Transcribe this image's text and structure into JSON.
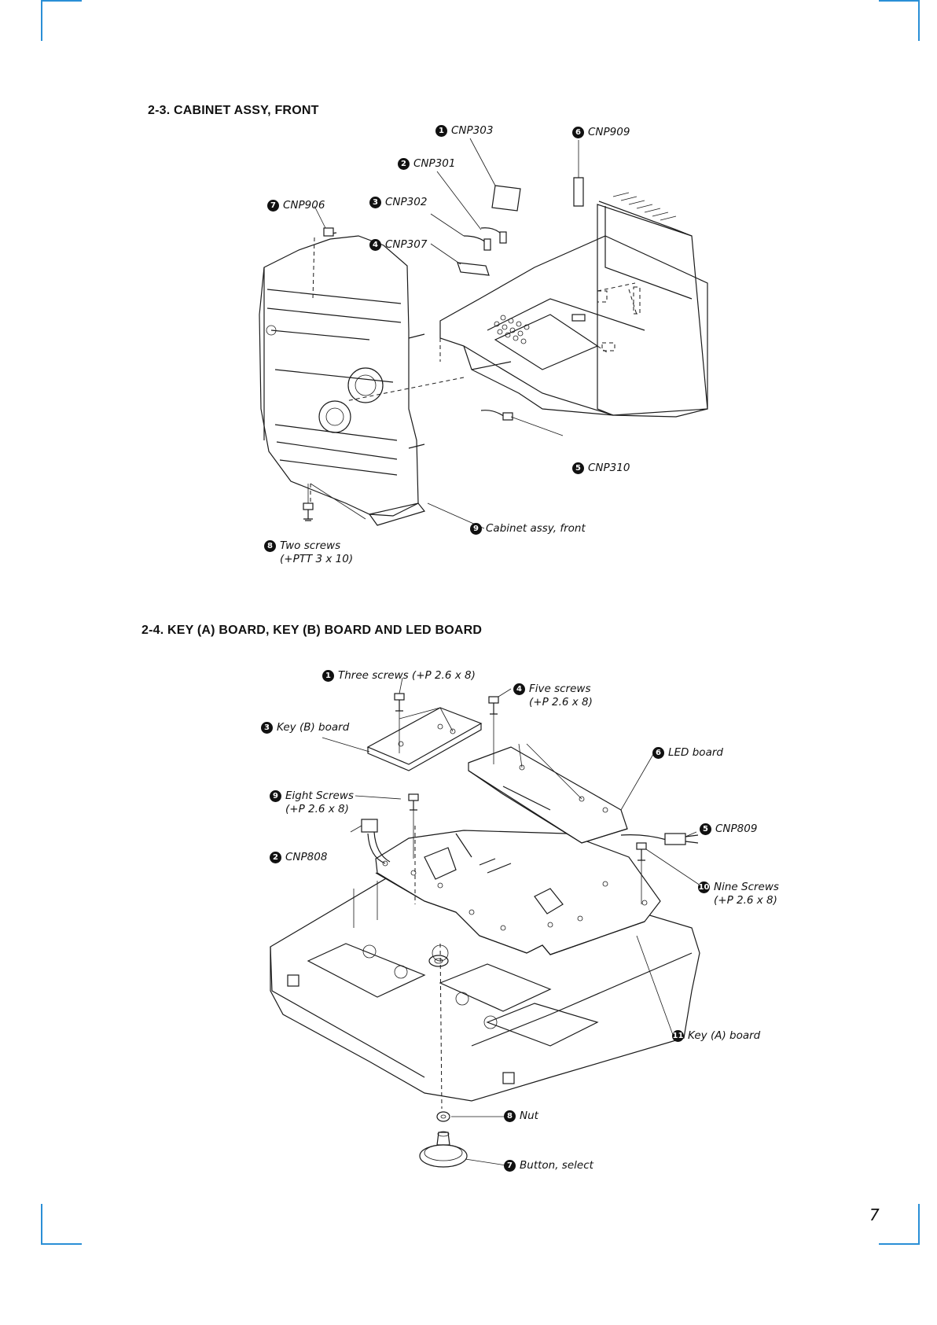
{
  "sections": [
    {
      "title": "2-3. CABINET ASSY, FRONT",
      "callouts": [
        {
          "num": "1",
          "text": "CNP303",
          "sub": ""
        },
        {
          "num": "2",
          "text": "CNP301",
          "sub": ""
        },
        {
          "num": "3",
          "text": "CNP302",
          "sub": ""
        },
        {
          "num": "4",
          "text": "CNP307",
          "sub": ""
        },
        {
          "num": "5",
          "text": "CNP310",
          "sub": ""
        },
        {
          "num": "6",
          "text": "CNP909",
          "sub": ""
        },
        {
          "num": "7",
          "text": "CNP906",
          "sub": ""
        },
        {
          "num": "8",
          "text": "Two screws",
          "sub": "(+PTT 3 x 10)"
        },
        {
          "num": "9",
          "text": "Cabinet assy, front",
          "sub": ""
        }
      ]
    },
    {
      "title": "2-4. KEY (A) BOARD, KEY (B) BOARD AND LED BOARD",
      "callouts": [
        {
          "num": "1",
          "text": "Three screws (+P 2.6 x 8)",
          "sub": ""
        },
        {
          "num": "2",
          "text": "CNP808",
          "sub": ""
        },
        {
          "num": "3",
          "text": "Key (B) board",
          "sub": ""
        },
        {
          "num": "4",
          "text": "Five screws",
          "sub": "(+P 2.6 x 8)"
        },
        {
          "num": "5",
          "text": "CNP809",
          "sub": ""
        },
        {
          "num": "6",
          "text": "LED board",
          "sub": ""
        },
        {
          "num": "7",
          "text": "Button, select",
          "sub": ""
        },
        {
          "num": "8",
          "text": "Nut",
          "sub": ""
        },
        {
          "num": "9",
          "text": "Eight Screws",
          "sub": "(+P 2.6 x 8)"
        },
        {
          "num": "10",
          "text": "Nine Screws",
          "sub": "(+P 2.6 x 8)"
        },
        {
          "num": "11",
          "text": "Key (A) board",
          "sub": ""
        }
      ]
    }
  ],
  "page_number": "7",
  "colors": {
    "crop_marks": "#2a8fd6",
    "ink": "#111111"
  }
}
